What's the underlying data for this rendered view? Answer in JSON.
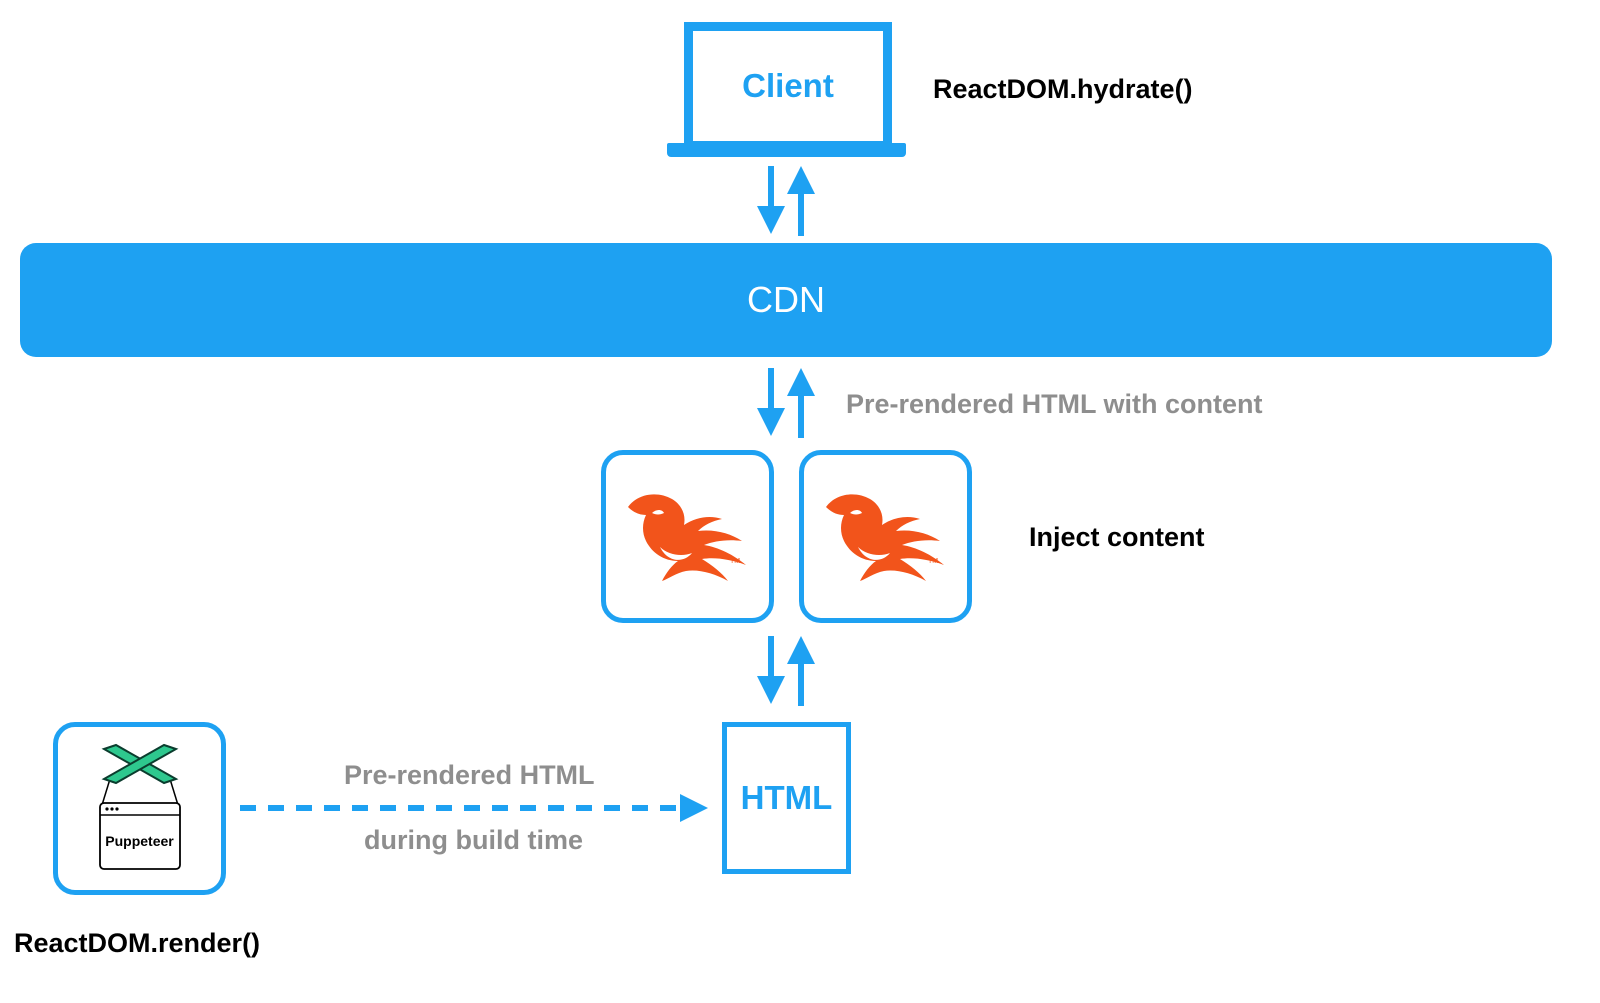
{
  "client": {
    "label": "Client",
    "note": "ReactDOM.hydrate()"
  },
  "cdn": {
    "label": "CDN"
  },
  "phoenix": {
    "note": "Inject content",
    "arrow_label": "Pre-rendered HTML with content"
  },
  "html_node": {
    "label": "HTML"
  },
  "puppeteer": {
    "label": "Puppeteer",
    "note": "ReactDOM.render()",
    "arrow_label_top": "Pre-rendered HTML",
    "arrow_label_bottom": "during build time"
  },
  "colors": {
    "accent": "#1ea1f2",
    "phoenix": "#f2541b",
    "gray_text": "#8e8e8e",
    "puppeteer_green": "#2ec88e"
  },
  "icons": [
    "laptop-icon",
    "phoenix-logo-icon",
    "puppeteer-logo-icon",
    "up-arrow-icon",
    "down-arrow-icon",
    "dashed-arrow-icon"
  ]
}
